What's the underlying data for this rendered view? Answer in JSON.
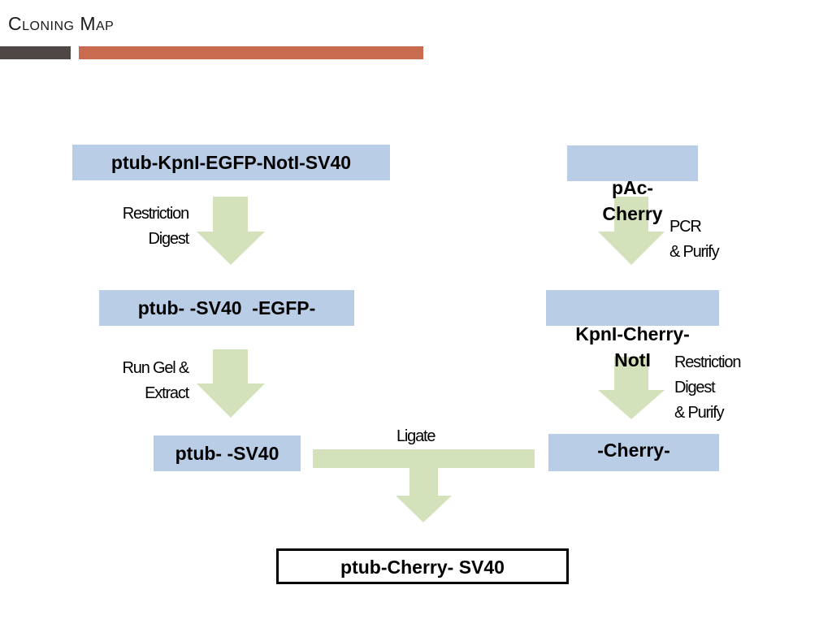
{
  "slide": {
    "title": "Cloning Map"
  },
  "colors": {
    "box_fill": "#b9cde6",
    "arrow_fill": "#d3e2ba",
    "bar_dark": "#4f4646",
    "bar_accent": "#c96b4f"
  },
  "boxes": {
    "source_plasmid": "ptub-KpnI-EGFP-NotI-SV40",
    "cut_plasmid": "ptub- -SV40  -EGFP-",
    "gel_extracted_backbone": "ptub- -SV40",
    "pac_cherry": "pAc-\nCherry",
    "kpni_cherry_noti": "KpnI-Cherry-\nNotI",
    "cherry_insert": "-Cherry-",
    "final_construct": "ptub-Cherry- SV40"
  },
  "steps": {
    "restriction_digest": "Restriction\nDigest",
    "run_gel_extract": "Run Gel &\nExtract",
    "pcr_purify": "PCR\n& Purify",
    "restriction_digest_purify": "Restriction\nDigest\n& Purify",
    "ligate": "Ligate"
  }
}
